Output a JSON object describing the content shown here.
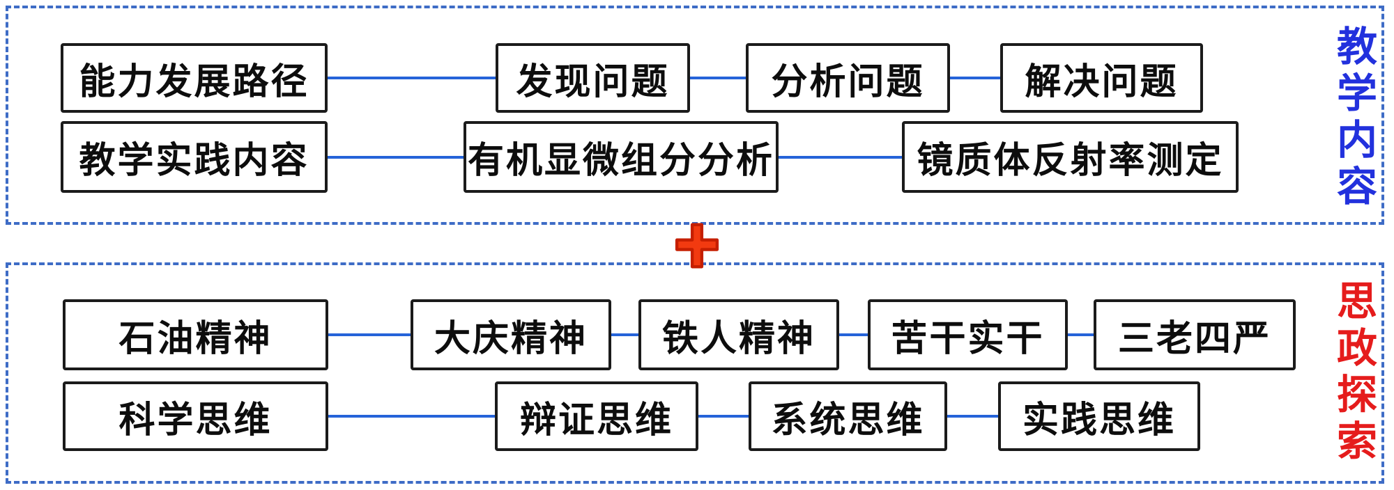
{
  "colors": {
    "section_border": "#3e6cc6",
    "connector_line": "#2563d9",
    "box_border": "#1b1b1b",
    "box_text": "#0d0d0d",
    "teaching_label": "#2231dd",
    "ideological_label": "#e51c1c",
    "plus_fill": "#f23a10",
    "plus_outline": "#c51f00"
  },
  "icons": {
    "plus": "plus-icon",
    "plus_symbol": "+"
  },
  "teaching": {
    "side_label": "教学内容",
    "row1": [
      "能力发展路径",
      "发现问题",
      "分析问题",
      "解决问题"
    ],
    "row2": [
      "教学实践内容",
      "有机显微组分分析",
      "镜质体反射率测定"
    ]
  },
  "ideological": {
    "side_label": "思政探索",
    "row1": [
      "石油精神",
      "大庆精神",
      "铁人精神",
      "苦干实干",
      "三老四严"
    ],
    "row2": [
      "科学思维",
      "辩证思维",
      "系统思维",
      "实践思维"
    ]
  }
}
